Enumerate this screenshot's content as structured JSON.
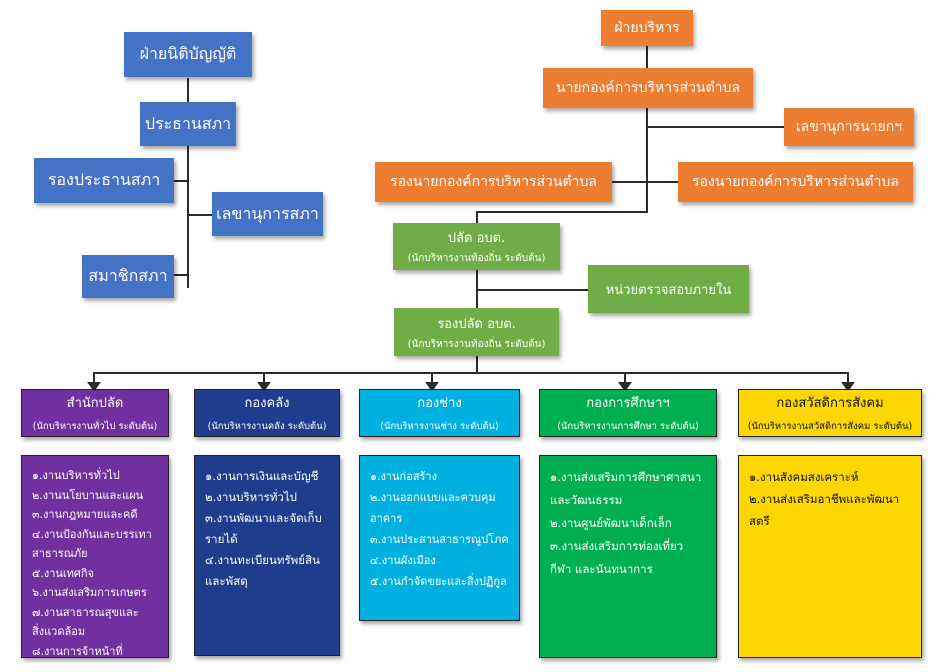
{
  "legislative": {
    "title": "ฝ่ายนิติบัญญัติ",
    "chair": "ประธานสภา",
    "vice_chair": "รองประธานสภา",
    "secretary": "เลขานุการสภา",
    "members": "สมาชิกสภา"
  },
  "executive": {
    "title": "ฝ่ายบริหาร",
    "mayor": "นายกองค์การบริหารส่วนตำบล",
    "mayor_secretary": "เลขานุการนายกฯ",
    "deputy_left": "รองนายกองค์การบริหารส่วนตำบล",
    "deputy_right": "รองนายกองค์การบริหารส่วนตำบล"
  },
  "admin": {
    "clerk_title": "ปลัด อบต.",
    "clerk_sub": "(นักบริหารงานท้องถิ่น ระดับต้น)",
    "audit": "หน่วยตรวจสอบภายใน",
    "deputy_clerk_title": "รองปลัด อบต.",
    "deputy_clerk_sub": "(นักบริหารงานท้องถิ่น ระดับต้น)"
  },
  "departments": [
    {
      "title": "สำนักปลัด",
      "sub": "(นักบริหารงานทั่วไป  ระดับต้น)",
      "color": "#7030a0",
      "items": [
        "๑.งานบริหารทั่วไป",
        "๒.งานนโยบานและแผน",
        "๓.งานกฎหมายและคดี",
        "๔.งานป้องกันและบรรเทา",
        "สาธารณภัย",
        "๕.งานเทศกิจ",
        "๖.งานส่งเสริมการเกษตร",
        "๗.งานสาธารณสุขและ",
        "สิ่งแวดล้อม",
        "๘.งานการจ้าหน้าที่"
      ]
    },
    {
      "title": "กองคลัง",
      "sub": "(นักบริหารงานคลัง  ระดับต้น)",
      "color": "#1f3d8c",
      "items": [
        "๑.งานการเงินและบัญชี",
        "๒.งานบริหารทั่วไป",
        "๓.งานพัฒนาและจัดเก็บ",
        "รายได้",
        "๔.งานทะเบียนทรัพย์สิน",
        "และพัสดุ"
      ]
    },
    {
      "title": "กองช่าง",
      "sub": "(นักบริหารงานช่าง  ระดับต้น)",
      "color": "#00b0e0",
      "items": [
        "๑.งานก่อสร้าง",
        "๒.งานออกแบบและควบคุม",
        "อาคาร",
        "๓.งานประสานสาธารณูปโภค",
        "๔.งานผังเมือง",
        "๕.งานกำจัดขยะและสิ่งปฏิกูล"
      ]
    },
    {
      "title": "กองการศึกษาฯ",
      "sub": "(นักบริหารงานการศึกษา  ระดับต้น)",
      "color": "#00b050",
      "items": [
        "๑.งานส่งเสริมการศึกษาศาสนา",
        "และวัฒนธรรม",
        "๒.งานศูนย์พัฒนาเด็กเล็ก",
        "๓.งานส่งเสริมการท่องเที่ยว",
        "กีฬา  และนันทนาการ"
      ]
    },
    {
      "title": "กองสวัสดิการสังคม",
      "sub": "(นักบริหารงานสวัสดิการสังคม  ระดับต้น)",
      "color": "#ffd700",
      "items": [
        "๑.งานสังคมสงเคราะห์",
        "๒.งานส่งเสริมอาชีพและพัฒนาสตรี"
      ]
    }
  ]
}
